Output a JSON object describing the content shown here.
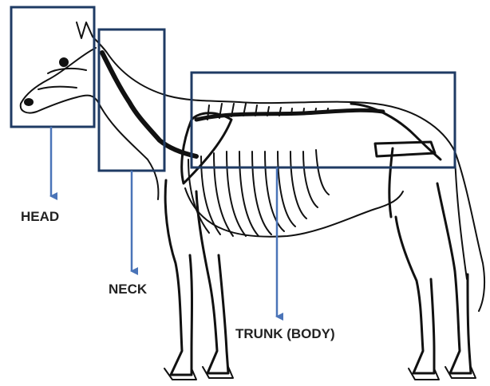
{
  "labels": {
    "head": "HEAD",
    "neck": "NECK",
    "trunk": "TRUNK (BODY)"
  },
  "colors": {
    "box_stroke": "#1f3b64",
    "arrow": "#4a74b8",
    "outline": "#111111"
  }
}
